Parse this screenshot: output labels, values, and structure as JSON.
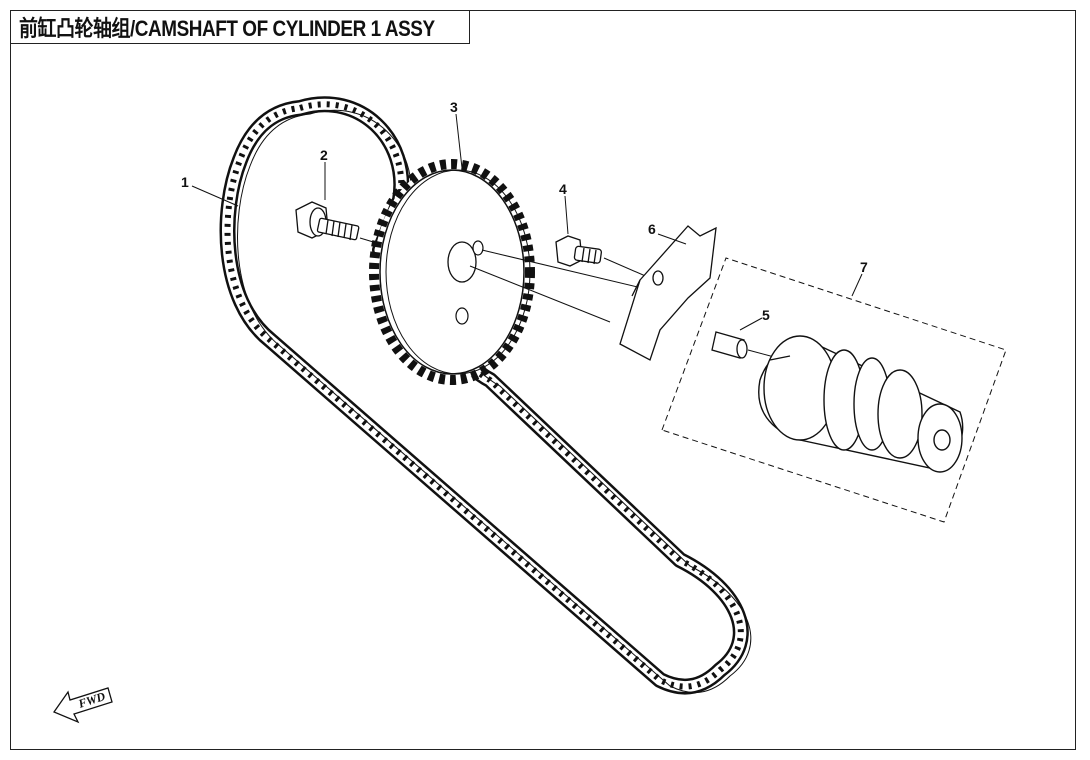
{
  "title": "前缸凸轮轴组/CAMSHAFT OF CYLINDER 1 ASSY",
  "callouts": [
    {
      "id": "1",
      "label": "1",
      "part": "timing-chain"
    },
    {
      "id": "2",
      "label": "2",
      "part": "sprocket-bolt"
    },
    {
      "id": "3",
      "label": "3",
      "part": "cam-sprocket"
    },
    {
      "id": "4",
      "label": "4",
      "part": "small-bolt"
    },
    {
      "id": "5",
      "label": "5",
      "part": "dowel-pin"
    },
    {
      "id": "6",
      "label": "6",
      "part": "lock-plate"
    },
    {
      "id": "7",
      "label": "7",
      "part": "camshaft-assy"
    }
  ],
  "fwd_label": "FWD",
  "colors": {
    "line": "#111111",
    "paper": "#ffffff"
  }
}
